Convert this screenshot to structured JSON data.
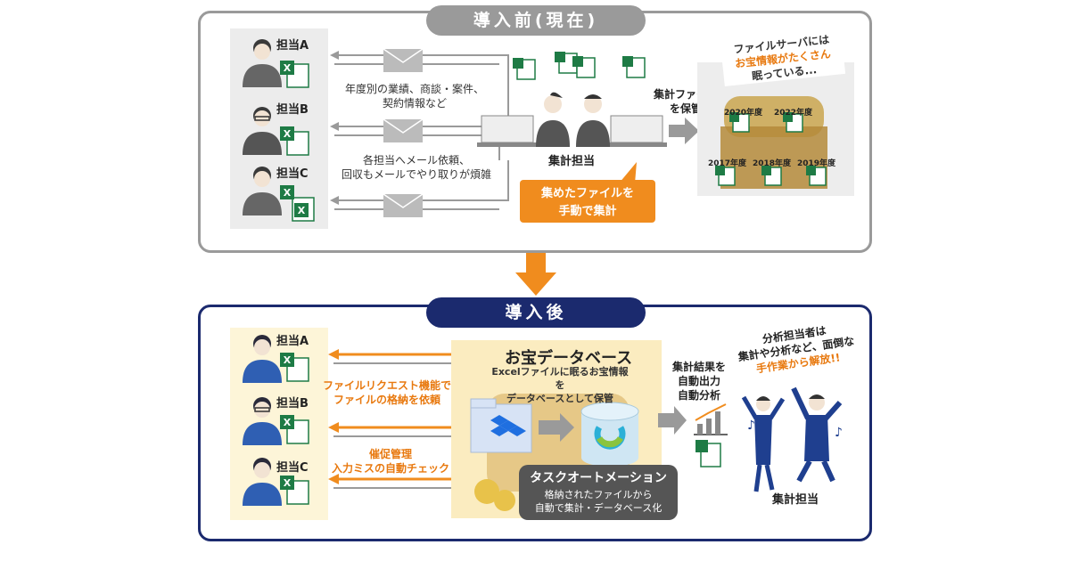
{
  "before": {
    "title": "導入前(現在)",
    "persons": [
      {
        "label": "担当A"
      },
      {
        "label": "担当B"
      },
      {
        "label": "担当C"
      }
    ],
    "note1": [
      "年度別の業績、商談・案件、",
      "契約情報など"
    ],
    "note2": [
      "各担当へメール依頼、",
      "回収もメールでやり取りが煩雑"
    ],
    "aggregator_label": "集計担当",
    "manual_box": [
      "集めたファイルを",
      "手動で集計"
    ],
    "store_label": [
      "集計ファイル",
      "を保管"
    ],
    "server_caption": [
      "ファイルサーバには",
      "お宝情報がたくさん",
      "眠っている..."
    ],
    "years_top": [
      "2020年度",
      "2022年度"
    ],
    "years_bottom": [
      "2017年度",
      "2018年度",
      "2019年度"
    ]
  },
  "after": {
    "title": "導入後",
    "persons": [
      {
        "label": "担当A"
      },
      {
        "label": "担当B"
      },
      {
        "label": "担当C"
      }
    ],
    "request_note": [
      "ファイルリクエスト機能で",
      "ファイルの格納を依頼"
    ],
    "reminder_note": [
      "催促管理",
      "入力ミスの自動チェック"
    ],
    "db_title": "お宝データベース",
    "db_sub": [
      "Excelファイルに眠るお宝情報を",
      "データベースとして保管"
    ],
    "automation_title": "タスクオートメーション",
    "automation_sub": [
      "格納されたファイルから",
      "自動で集計・データベース化"
    ],
    "output_label": [
      "集計結果を",
      "自動出力",
      "自動分析"
    ],
    "release_caption": [
      "分析担当者は",
      "集計や分析など、面倒な",
      "手作業から解放!!"
    ],
    "aggregator_label": "集計担当"
  },
  "colors": {
    "gray": "#9a9a9a",
    "navy": "#1b2a6e",
    "orange": "#f08c1e",
    "excel": "#1e7b45"
  }
}
